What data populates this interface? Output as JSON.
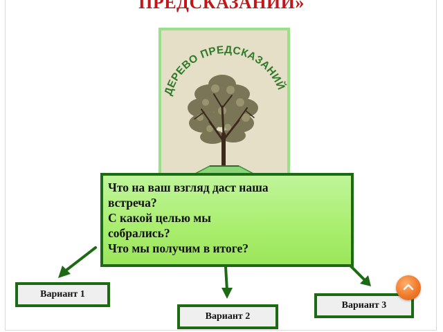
{
  "slide": {
    "title": "ПРЕДСКАЗАНИЙ»",
    "tree_caption": "ДЕРЕВО ПРЕДСКАЗАНИЙ",
    "questions": [
      "Что на ваш взгляд даст наша",
      "встреча?",
      "С какой целью мы",
      "собрались?",
      "Что мы получим в итоге?"
    ],
    "options": [
      {
        "label": "Вариант 1"
      },
      {
        "label": "Вариант 2"
      },
      {
        "label": "Вариант 3"
      }
    ],
    "colors": {
      "title": "#c0171b",
      "box_border": "#1c6a14",
      "box_fill": "#a9ee6e",
      "panel_border": "#9ae08a",
      "panel_fill": "#e4dfc6",
      "accent_dot": "#f07a2a"
    },
    "icons": [
      "tree-illustration",
      "arrow-down-left",
      "arrow-down",
      "arrow-down-right",
      "next-slide-chevron-icon"
    ]
  }
}
